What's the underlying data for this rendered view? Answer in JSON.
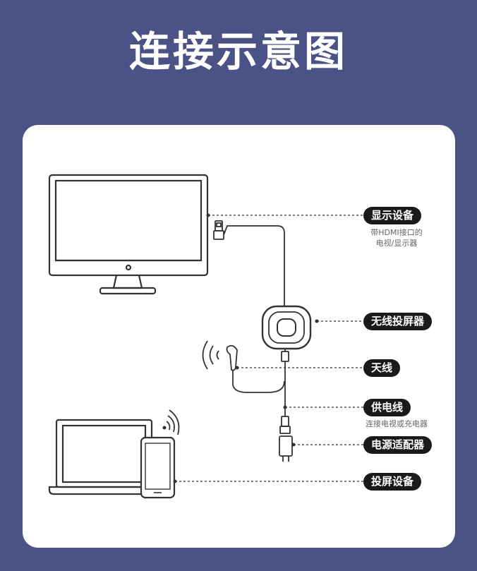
{
  "title": "连接示意图",
  "labels": {
    "display_device": "显示设备",
    "display_device_note_1": "带HDMI接口的",
    "display_device_note_2": "电视/显示器",
    "wireless_caster": "无线投屏器",
    "antenna": "天线",
    "power_cable": "供电线",
    "power_cable_note": "连接电视或充电器",
    "power_adapter": "电源适配器",
    "casting_device": "投屏设备"
  },
  "colors": {
    "background": "#4b5285",
    "card": "#ffffff",
    "label_bg": "#1a1a1a",
    "line": "#333333"
  }
}
